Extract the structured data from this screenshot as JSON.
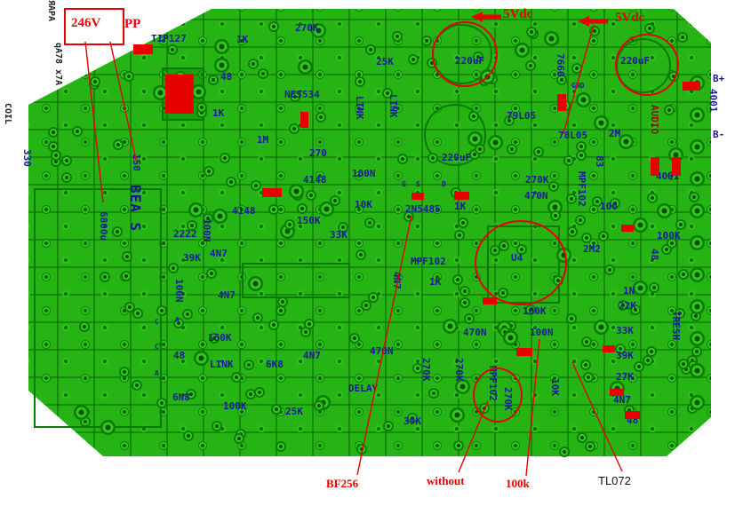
{
  "colors": {
    "board_green": "#26b414",
    "trace_green": "#0b7a04",
    "silk_navy": "#1a1a9c",
    "annotation_red": "#e60000"
  },
  "annotations": {
    "v246": "246V",
    "pp": "PP",
    "v5a": "5Vdc",
    "v5b": "5Vdc",
    "bf256": "BF256",
    "without": "without",
    "k100": "100k",
    "tl072": "TL072"
  },
  "labels": [
    [
      "ЯАРА",
      52,
      0,
      1,
      "k"
    ],
    [
      "qA78 x7A",
      60,
      48,
      1,
      "k"
    ],
    [
      "TIP127",
      170,
      37,
      0,
      "n"
    ],
    [
      "1K",
      266,
      38,
      0,
      "n"
    ],
    [
      "270K",
      332,
      25,
      0,
      "n"
    ],
    [
      "48",
      248,
      80,
      0,
      "n"
    ],
    [
      "25K",
      423,
      63,
      0,
      "n"
    ],
    [
      "NE5534",
      320,
      100,
      0,
      "n"
    ],
    [
      "LINK",
      398,
      108,
      1,
      "n"
    ],
    [
      "LINK",
      436,
      106,
      1,
      "n"
    ],
    [
      "220uF",
      512,
      62,
      0,
      "n"
    ],
    [
      "7660",
      624,
      60,
      1,
      "n"
    ],
    [
      "220uF",
      698,
      62,
      0,
      "n"
    ],
    [
      "GND",
      643,
      92,
      0,
      "t"
    ],
    [
      "B+",
      802,
      82,
      0,
      "n"
    ],
    [
      "4001",
      796,
      100,
      1,
      "n"
    ],
    [
      "B-",
      802,
      145,
      0,
      "n"
    ],
    [
      "COIL",
      3,
      116,
      1,
      "k"
    ],
    [
      "330",
      24,
      168,
      1,
      "n"
    ],
    [
      "1K",
      239,
      121,
      0,
      "n"
    ],
    [
      "150",
      147,
      173,
      1,
      "n"
    ],
    [
      "1M",
      289,
      151,
      0,
      "n"
    ],
    [
      "270",
      348,
      166,
      0,
      "n"
    ],
    [
      "4148",
      341,
      196,
      0,
      "n"
    ],
    [
      "100N",
      396,
      189,
      0,
      "n"
    ],
    [
      "220uF",
      497,
      171,
      0,
      "n"
    ],
    [
      "79L05",
      570,
      124,
      0,
      "n"
    ],
    [
      "78L05",
      628,
      146,
      0,
      "n"
    ],
    [
      "AUDIO",
      730,
      118,
      1,
      "m"
    ],
    [
      "2M",
      685,
      144,
      0,
      "n"
    ],
    [
      "83",
      668,
      175,
      1,
      "n"
    ],
    [
      "4001",
      738,
      192,
      0,
      "n"
    ],
    [
      "270K",
      591,
      196,
      0,
      "n"
    ],
    [
      "470N",
      590,
      214,
      0,
      "n"
    ],
    [
      "MPF102",
      648,
      193,
      1,
      "n"
    ],
    [
      "100",
      675,
      226,
      0,
      "n"
    ],
    [
      "100K",
      739,
      259,
      0,
      "n"
    ],
    [
      "2M2",
      656,
      274,
      0,
      "n"
    ],
    [
      "48",
      730,
      280,
      1,
      "n"
    ],
    [
      "6800u",
      110,
      238,
      1,
      "n"
    ],
    [
      "BEA S",
      143,
      208,
      1,
      "b"
    ],
    [
      "2222",
      195,
      257,
      0,
      "n"
    ],
    [
      "39K",
      206,
      284,
      0,
      "n"
    ],
    [
      "100N",
      226,
      246,
      1,
      "n"
    ],
    [
      "4N7",
      236,
      279,
      0,
      "n"
    ],
    [
      "4148",
      261,
      231,
      0,
      "n"
    ],
    [
      "150K",
      334,
      242,
      0,
      "n"
    ],
    [
      "10K",
      399,
      224,
      0,
      "n"
    ],
    [
      "33K",
      371,
      258,
      0,
      "n"
    ],
    [
      "G",
      452,
      203,
      0,
      "t"
    ],
    [
      "S",
      468,
      203,
      0,
      "t"
    ],
    [
      "D",
      497,
      203,
      0,
      "t"
    ],
    [
      "2N5485",
      456,
      229,
      0,
      "n"
    ],
    [
      "1K",
      511,
      226,
      0,
      "n"
    ],
    [
      "MPF102",
      462,
      288,
      0,
      "n"
    ],
    [
      "1K",
      483,
      311,
      0,
      "n"
    ],
    [
      "4N7",
      440,
      306,
      1,
      "n"
    ],
    [
      "U4",
      575,
      284,
      0,
      "n"
    ],
    [
      "100N",
      195,
      314,
      1,
      "n"
    ],
    [
      "4N7",
      245,
      326,
      0,
      "n"
    ],
    [
      "100K",
      588,
      344,
      0,
      "n"
    ],
    [
      "100N",
      596,
      368,
      0,
      "n"
    ],
    [
      "1N",
      701,
      321,
      0,
      "n"
    ],
    [
      "22K",
      696,
      338,
      0,
      "n"
    ],
    [
      "33K",
      693,
      366,
      0,
      "n"
    ],
    [
      "39K",
      693,
      394,
      0,
      "n"
    ],
    [
      "27K",
      693,
      418,
      0,
      "n"
    ],
    [
      "470N",
      521,
      368,
      0,
      "n"
    ],
    [
      "C",
      174,
      358,
      0,
      "t"
    ],
    [
      "A",
      197,
      356,
      0,
      "t"
    ],
    [
      "C",
      174,
      386,
      0,
      "t"
    ],
    [
      "A",
      174,
      416,
      0,
      "t"
    ],
    [
      "150K",
      234,
      374,
      0,
      "n"
    ],
    [
      "48",
      195,
      394,
      0,
      "n"
    ],
    [
      "LINK",
      236,
      404,
      0,
      "n"
    ],
    [
      "6K8",
      299,
      404,
      0,
      "n"
    ],
    [
      "4N7",
      341,
      394,
      0,
      "n"
    ],
    [
      "470N",
      416,
      389,
      0,
      "n"
    ],
    [
      "6N8",
      194,
      441,
      0,
      "n"
    ],
    [
      "100K",
      251,
      451,
      0,
      "n"
    ],
    [
      "25K",
      321,
      457,
      0,
      "n"
    ],
    [
      "DELAY",
      392,
      431,
      0,
      "n"
    ],
    [
      "39K",
      454,
      468,
      0,
      "n"
    ],
    [
      "270K",
      473,
      403,
      1,
      "n"
    ],
    [
      "270K",
      510,
      403,
      1,
      "n"
    ],
    [
      "MPF102",
      548,
      412,
      1,
      "n"
    ],
    [
      "270K",
      565,
      436,
      1,
      "n"
    ],
    [
      "10K",
      618,
      426,
      1,
      "n"
    ],
    [
      "4N7",
      690,
      444,
      0,
      "n"
    ],
    [
      "48",
      705,
      467,
      0,
      "n"
    ],
    [
      "TRESH",
      754,
      350,
      1,
      "n"
    ]
  ],
  "red_rects": [
    [
      186,
      84,
      32,
      44
    ],
    [
      150,
      50,
      22,
      11
    ],
    [
      295,
      212,
      22,
      10
    ],
    [
      338,
      126,
      9,
      18
    ],
    [
      511,
      216,
      17,
      9
    ],
    [
      463,
      217,
      14,
      8
    ],
    [
      768,
      92,
      20,
      10
    ],
    [
      732,
      177,
      10,
      21
    ],
    [
      756,
      177,
      10,
      21
    ],
    [
      627,
      106,
      10,
      19
    ],
    [
      699,
      253,
      14,
      8
    ],
    [
      543,
      335,
      16,
      8
    ],
    [
      581,
      392,
      18,
      9
    ],
    [
      678,
      389,
      14,
      8
    ],
    [
      686,
      438,
      16,
      8
    ],
    [
      703,
      463,
      17,
      9
    ]
  ],
  "red_ellipses": [
    [
      486,
      24,
      70,
      70
    ],
    [
      692,
      38,
      68,
      66
    ],
    [
      534,
      248,
      100,
      92
    ],
    [
      532,
      414,
      52,
      58
    ]
  ],
  "red_lines": [
    [
      96,
      47,
      116,
      228
    ],
    [
      124,
      47,
      154,
      184
    ],
    [
      402,
      535,
      463,
      243
    ],
    [
      516,
      532,
      549,
      452
    ],
    [
      592,
      536,
      607,
      382
    ],
    [
      700,
      531,
      644,
      408
    ],
    [
      668,
      28,
      634,
      150
    ]
  ],
  "red_arrows": [
    [
      530,
      19
    ],
    [
      650,
      24
    ]
  ]
}
